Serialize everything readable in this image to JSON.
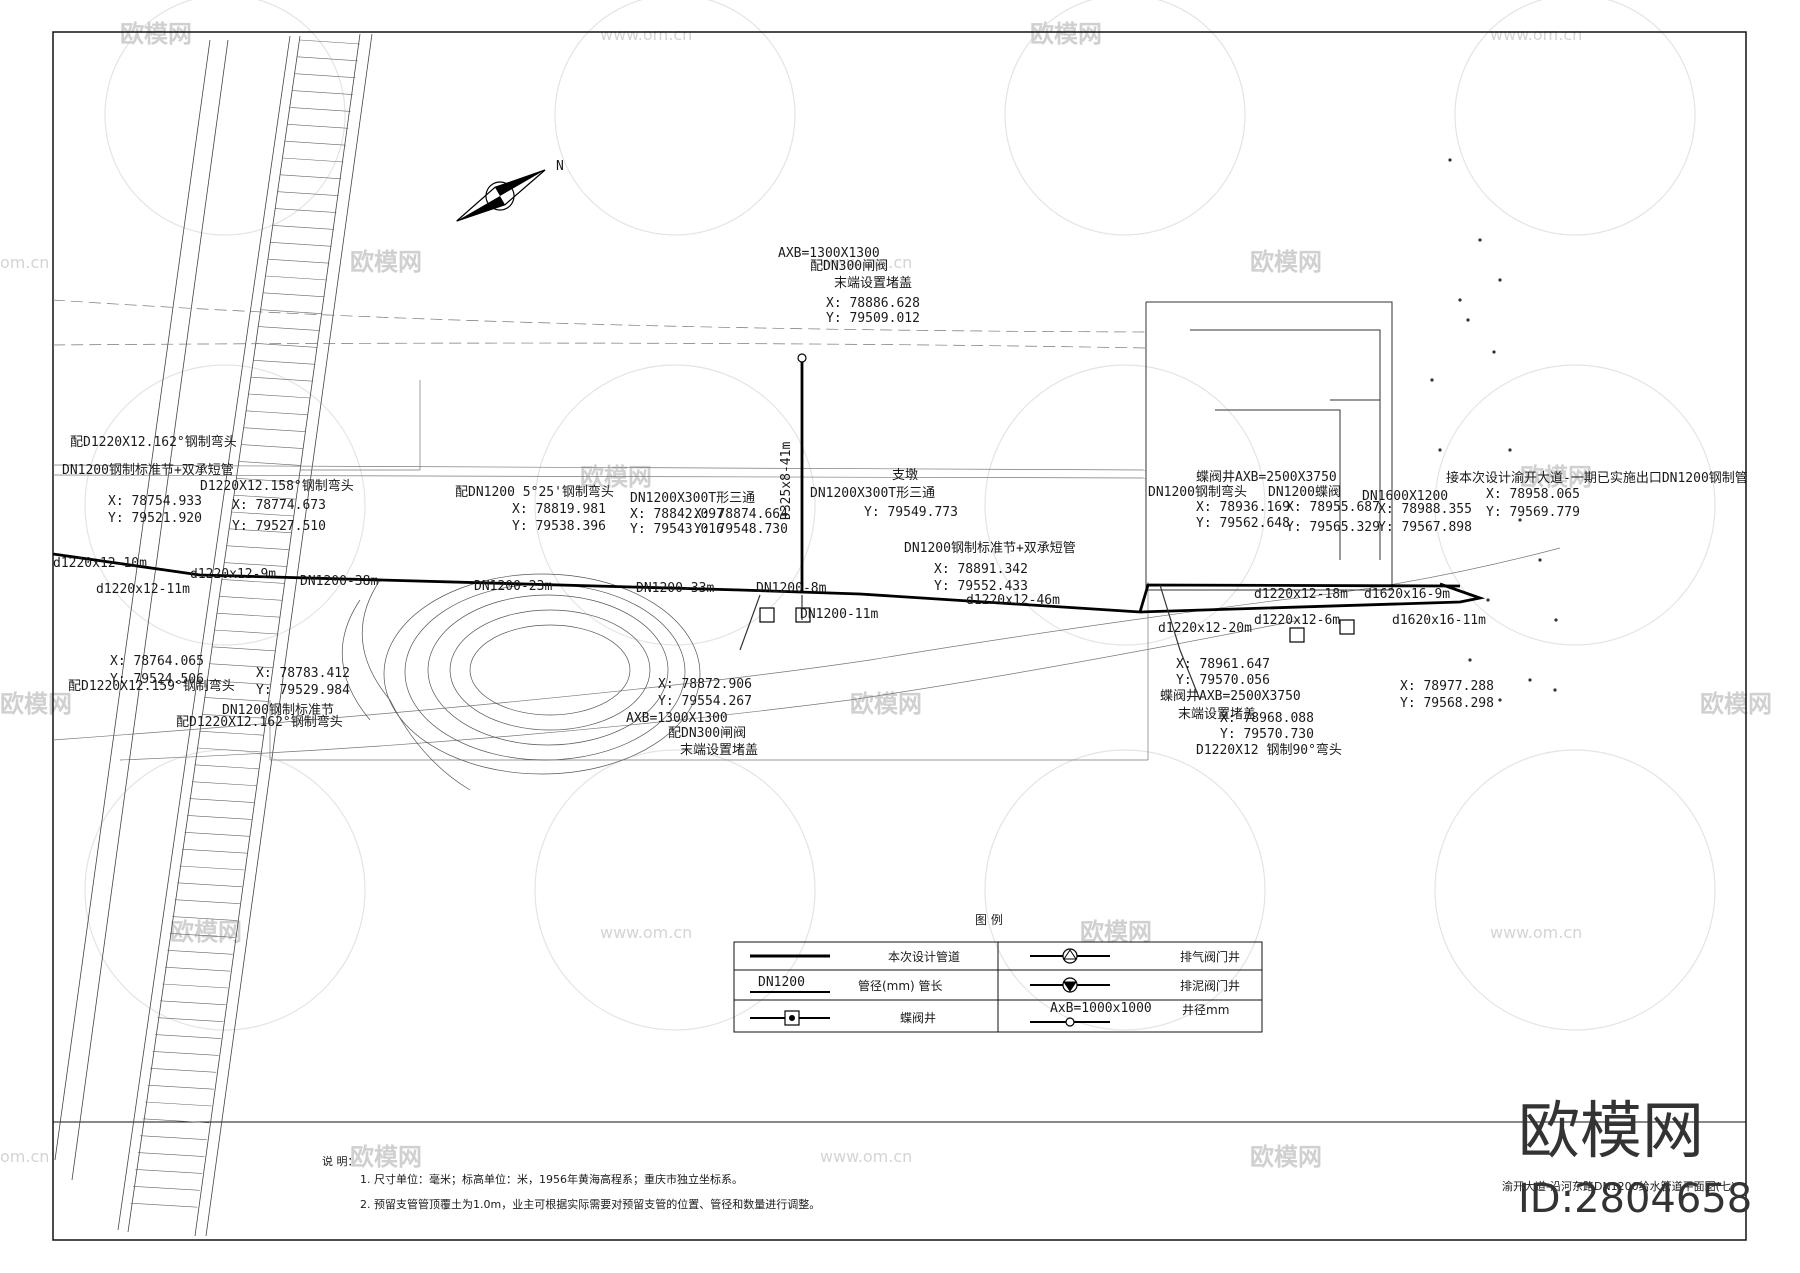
{
  "watermarks": {
    "brand": "欧模网",
    "url": "www.om.cn",
    "url_short": "om.cn"
  },
  "stamp": {
    "brand": "欧模网",
    "id": "ID:2804658"
  },
  "north": {
    "label": "N"
  },
  "valve_callouts": {
    "top": {
      "size": "AXB=1300X1300",
      "spec": "配DN300闸阀",
      "note": "末端设置堵盖",
      "x": "X: 78886.628",
      "y": "Y: 79509.012",
      "bottom_note": "D325x8-41m"
    },
    "bottom": {
      "x": "X: 78872.906",
      "y": "Y: 79554.267",
      "size": "AXB=1300X1300",
      "spec": "配DN300闸阀",
      "note": "末端设置堵盖"
    }
  },
  "left_labels": {
    "l1": "配D1220X12.162°钢制弯头",
    "l2": "DN1200钢制标准节+双承短管",
    "l3": "X: 78754.933",
    "l4": "Y: 79521.920",
    "l5": "D1220X12.158°钢制弯头",
    "l6": "X: 78774.673",
    "l7": "Y: 79527.510",
    "l8": "d1220x12-10m",
    "l9": "d1220x12-11m",
    "l10": "X: 78764.065",
    "l11": "Y: 79524.506",
    "l12": "配D1220X12.159°钢制弯头",
    "l13": "X: 78783.412",
    "l14": "Y: 79529.984",
    "l15": "DN1200钢制标准节",
    "l16": "配D1220X12.162°钢制弯头"
  },
  "pipe_labels": {
    "p1": "DN1200-38m",
    "p2": "d1220x12-9m",
    "p3": "DN1200-23m",
    "p4": "DN1200-33m",
    "p5": "DN1200-8m",
    "p6": "DN1200-11m",
    "p7": "d1220x12-46m",
    "p8": "d1220x12-20m",
    "p9": "d1220x12-6m",
    "p10": "d1220x12-18m",
    "p11": "d1620x16-9m",
    "p12": "d1620x16-11m"
  },
  "mid_labels": {
    "m1": "配DN1200 5°25'钢制弯头",
    "m2": "X: 78819.981",
    "m3": "Y: 79538.396",
    "m4": "DN1200X300T形三通",
    "m5": "X: 78842.097",
    "m6": "Y: 79543.016",
    "m7": "X: 78874.664",
    "m8": "Y: 79548.730",
    "m9": "DN1200X300T形三通",
    "m10": "Y: 79549.773",
    "m11": "支墩",
    "m12": "DN1200钢制标准节+双承短管",
    "m13": "X: 78891.342",
    "m14": "Y: 79552.433"
  },
  "right_labels": {
    "r1": "DN1200钢制弯头",
    "r2": "蝶阀井AXB=2500X3750",
    "r3": "X: 78936.169",
    "r4": "Y: 79562.648",
    "r5": "X: 78955.687",
    "r6": "Y: 79565.329",
    "r7": "DN1200蝶阀",
    "r8": "X: 78988.355",
    "r9": "Y: 79567.898",
    "r10": "DN1600X1200",
    "r11": "接本次设计渝开大道-一期已实施出口DN1200钢制管",
    "r12": "X: 78958.065",
    "r13": "Y: 79569.779",
    "r14": "X: 78961.647",
    "r15": "Y: 79570.056",
    "r16": "蝶阀井AXB=2500X3750",
    "r17": "末端设置堵盖",
    "r18": "X: 78968.088",
    "r19": "Y: 79570.730",
    "r20": "D1220X12 钢制90°弯头",
    "r21": "X: 78977.288",
    "r22": "Y: 79568.298"
  },
  "legend": {
    "title": "图 例",
    "rows": [
      {
        "left_label": "本次设计管道",
        "right_label": "排气阀门井"
      },
      {
        "left_symbol": "DN1200",
        "left_label": "管径(mm) 管长",
        "right_label": "排泥阀门井"
      },
      {
        "left_label": "蝶阀井",
        "right_symbol": "AxB=1000x1000",
        "right_label": "井径mm"
      }
    ]
  },
  "notes": {
    "heading": "说 明：",
    "n1": "1. 尺寸单位：毫米；标高单位：米，1956年黄海高程系；重庆市独立坐标系。",
    "n2": "2. 预留支管管顶覆土为1.0m，业主可根据实际需要对预留支管的位置、管径和数量进行调整。"
  },
  "title_block": {
    "text": "渝开大道-沿河东路DN1200给水管道平面图(七)"
  }
}
